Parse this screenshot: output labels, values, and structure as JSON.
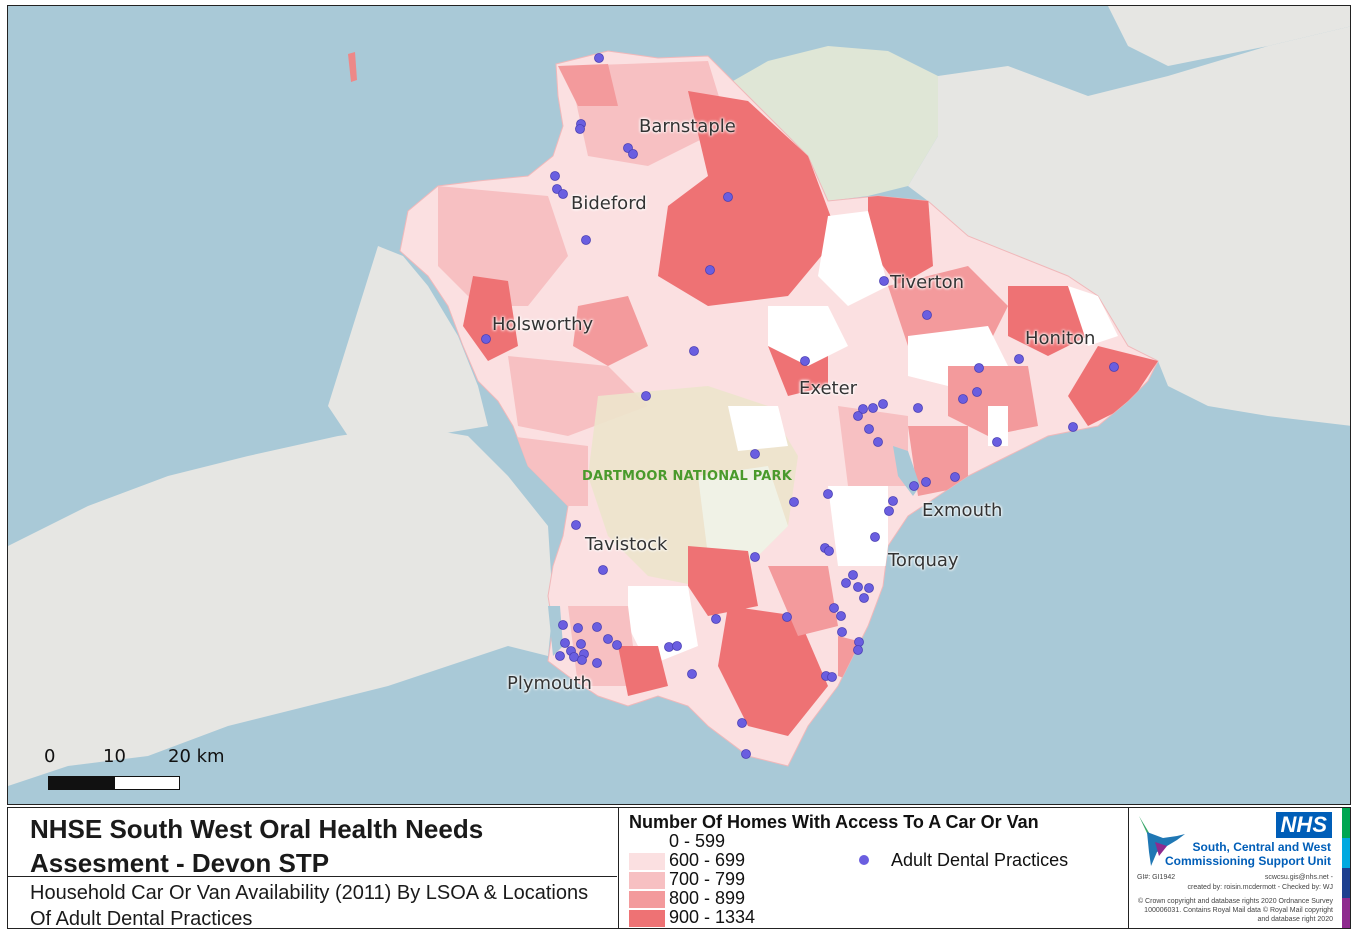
{
  "map": {
    "towns": [
      {
        "id": "barnstaple",
        "label": "Barnstaple"
      },
      {
        "id": "bideford",
        "label": "Bideford"
      },
      {
        "id": "holsworthy",
        "label": "Holsworthy"
      },
      {
        "id": "tiverton",
        "label": "Tiverton"
      },
      {
        "id": "honiton",
        "label": "Honiton"
      },
      {
        "id": "exeter",
        "label": "Exeter"
      },
      {
        "id": "exmouth",
        "label": "Exmouth"
      },
      {
        "id": "torquay",
        "label": "Torquay"
      },
      {
        "id": "tavistock",
        "label": "Tavistock"
      },
      {
        "id": "plymouth",
        "label": "Plymouth"
      }
    ],
    "park_label": "DARTMOOR NATIONAL PARK",
    "scale": {
      "labels": [
        "0",
        "10",
        "20 km"
      ]
    },
    "colors": {
      "sea": "#a9c9d7",
      "land": "#e6e6e3",
      "neighbour": "#dfe6d6",
      "park": "#ece4cc",
      "dental_dot": "#6a5ee0"
    }
  },
  "title": {
    "main": "NHSE South West Oral Health Needs Assesment - Devon STP",
    "sub": "Household Car Or Van Availability (2011) By LSOA & Locations Of Adult Dental Practices"
  },
  "legend": {
    "title": "Number Of Homes With Access To A Car Or Van",
    "classes": [
      {
        "label": "0 - 599",
        "color": "#ffffff"
      },
      {
        "label": "600 - 699",
        "color": "#fbe0e1"
      },
      {
        "label": "700 - 799",
        "color": "#f7c0c2"
      },
      {
        "label": "800 - 899",
        "color": "#f39a9c"
      },
      {
        "label": "900 - 1334",
        "color": "#ee7274"
      }
    ],
    "points_label": "Adult Dental Practices"
  },
  "logo": {
    "nhs": "NHS",
    "org_line1": "South, Central and West",
    "org_line2": "Commissioning Support Unit",
    "gis_ref": "GI#: GI1942",
    "email": "scwcsu.gis@nhs.net -",
    "created": "created by: roisin.mcdermott - Checked by: WJ",
    "copyright": "© Crown copyright and database rights 2020 Ordnance Survey 100006031. Contains Royal Mail data © Royal Mail copyright and database right 2020",
    "strip_colors": [
      "#00a651",
      "#00a9e0",
      "#1d3f8f",
      "#8e2a8e"
    ]
  }
}
